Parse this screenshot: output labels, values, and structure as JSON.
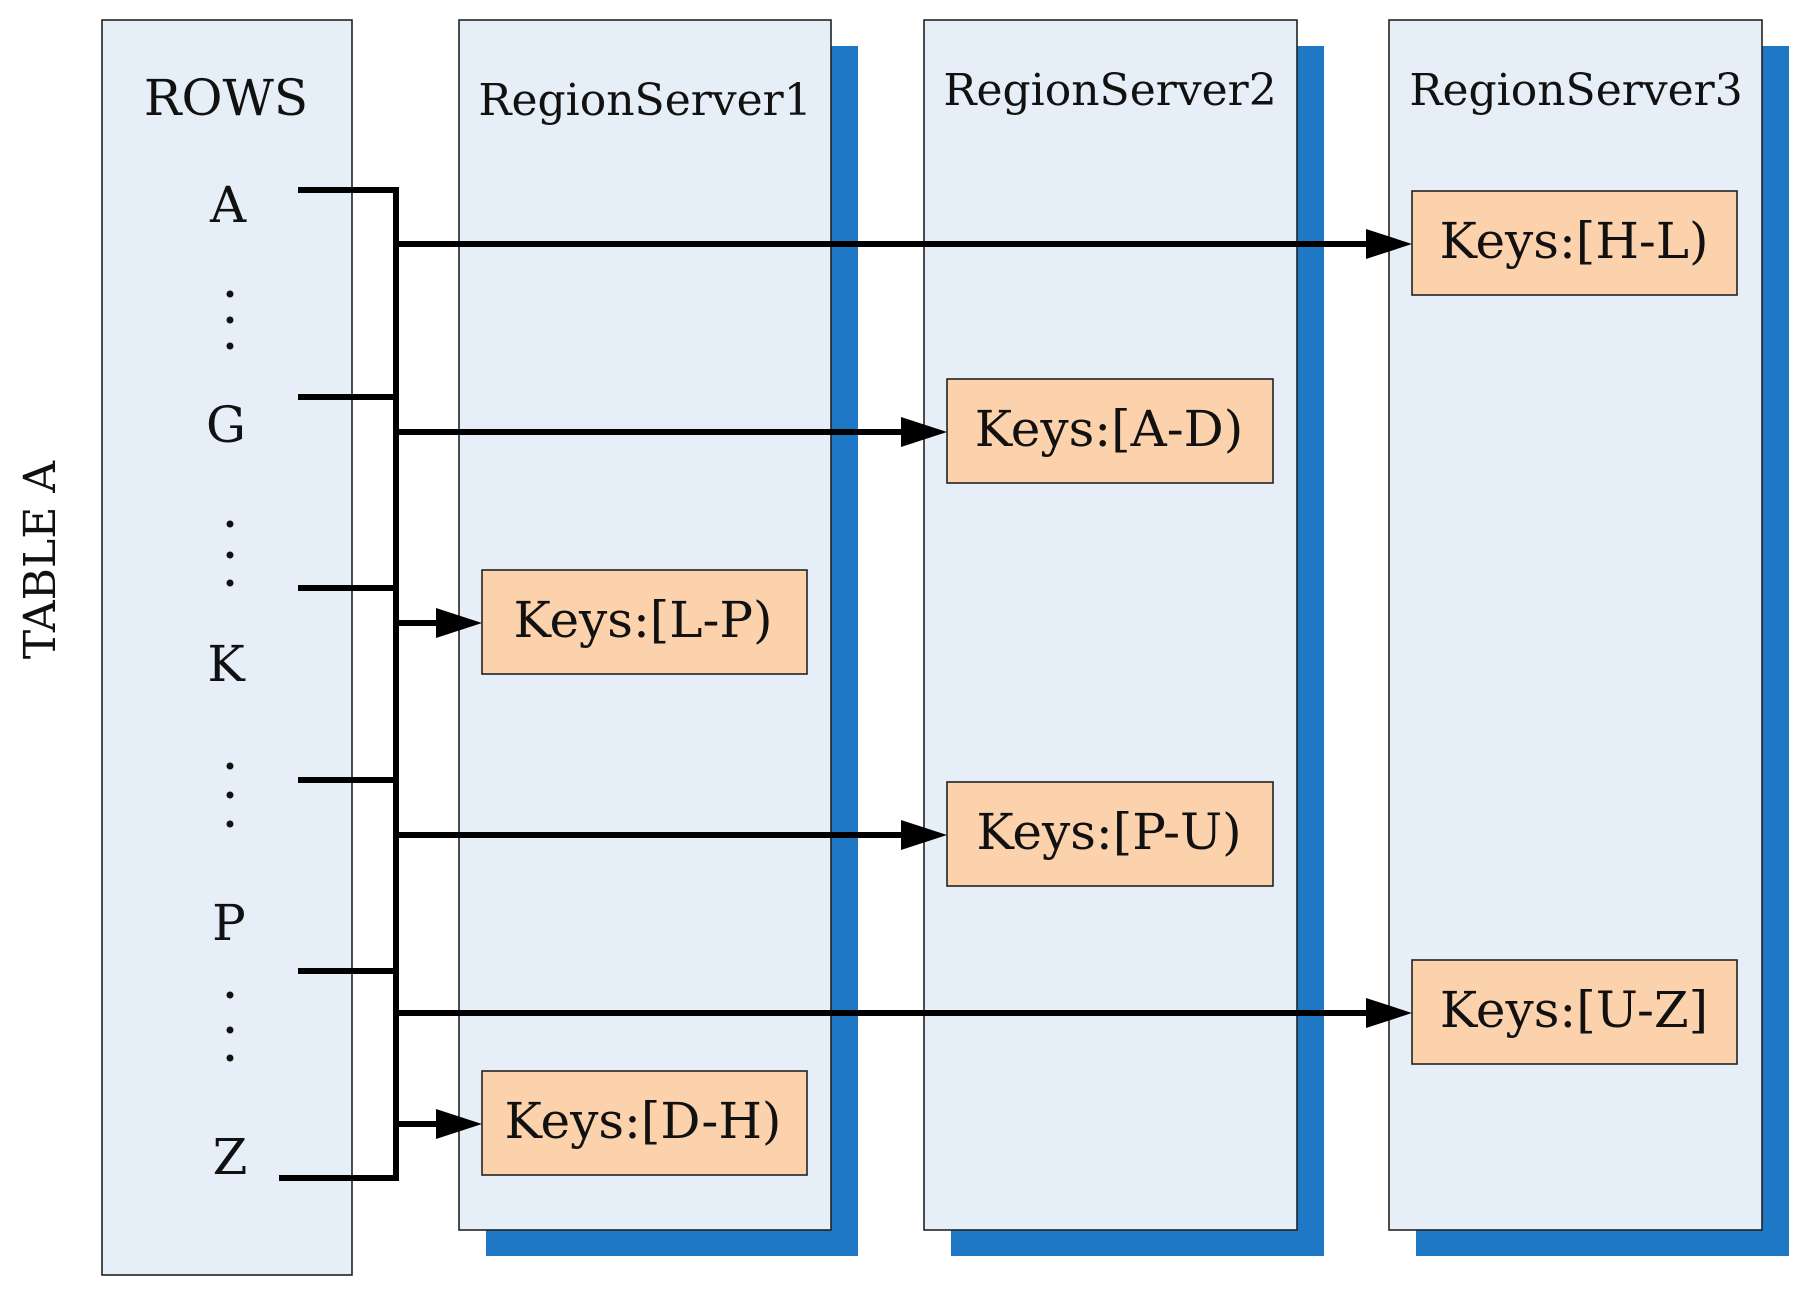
{
  "table": {
    "label": "TABLE A",
    "rows_header": "ROWS",
    "row_labels": [
      "A",
      "G",
      "K",
      "P",
      "Z"
    ]
  },
  "servers": [
    {
      "name": "RegionServer1",
      "regions": [
        "Keys:[L-P)",
        "Keys:[D-H)"
      ]
    },
    {
      "name": "RegionServer2",
      "regions": [
        "Keys:[A-D)",
        "Keys:[P-U)"
      ]
    },
    {
      "name": "RegionServer3",
      "regions": [
        "Keys:[H-L)",
        "Keys:[U-Z]"
      ]
    }
  ],
  "colors": {
    "panel_fill": "#e6eef8",
    "shadow": "#1f78c6",
    "region_fill": "#fcd2ad"
  }
}
